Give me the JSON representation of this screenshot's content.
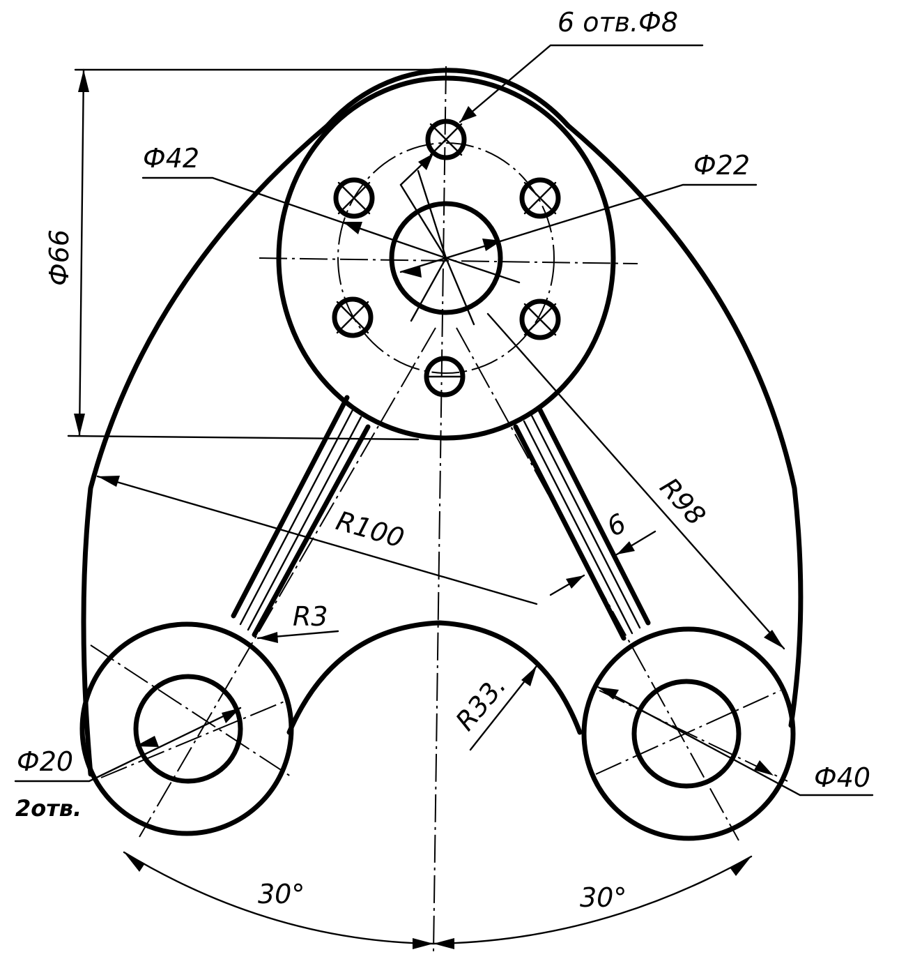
{
  "labels": {
    "holes_6": "6 отв.Ф8",
    "d42": "Ф42",
    "d22": "Ф22",
    "d66": "Ф66",
    "r100": "R100",
    "r98": "R98",
    "w6": "6",
    "r3": "R3",
    "r33": "R33.",
    "d20": "Ф20",
    "holes_2": "2отв.",
    "d40": "Ф40",
    "angle_left": "30°",
    "angle_right": "30°"
  }
}
